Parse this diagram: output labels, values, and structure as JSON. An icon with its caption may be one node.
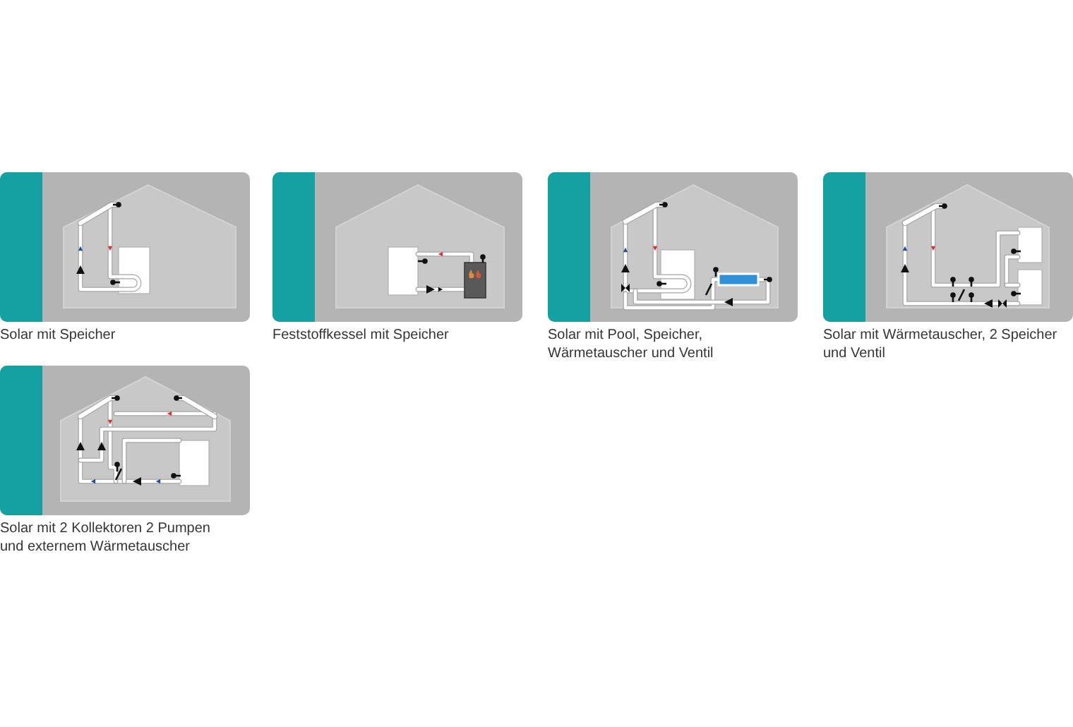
{
  "diagram": {
    "labels": [
      "Solar mit Speicher",
      "Feststoffkessel mit Speicher",
      "Solar mit Pool, Speicher, Wärmetauscher und Ventil",
      "Solar mit Wärmetauscher, 2 Speicher und Ventil",
      "Solar mit 2 Kollektoren 2 Pumpen und externem Wärmetauscher"
    ]
  }
}
